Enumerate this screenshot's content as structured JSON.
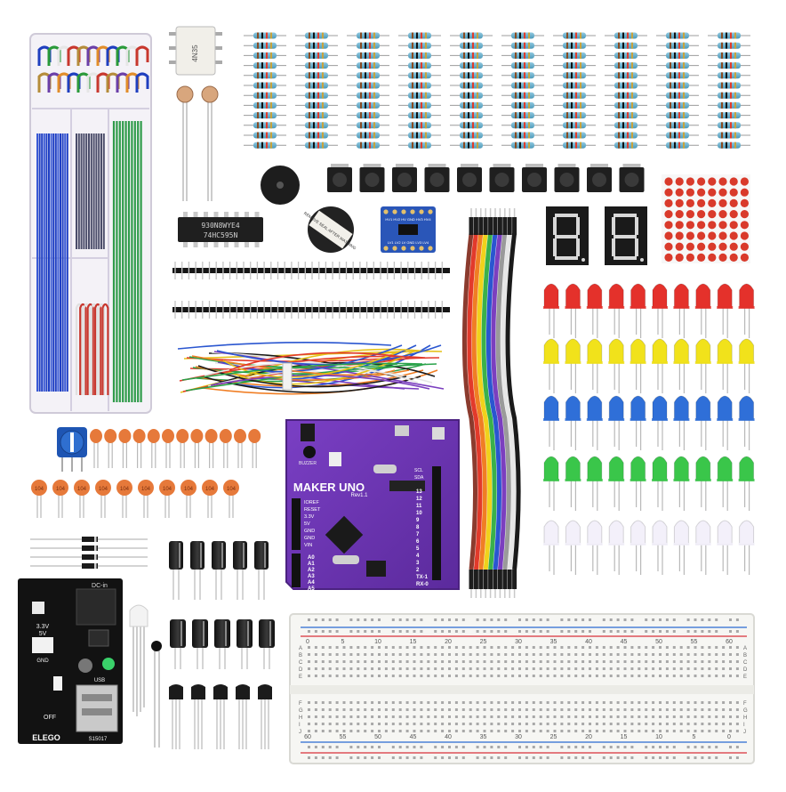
{
  "photo": {
    "components": {
      "resistors": {
        "columns": 10,
        "rows": 12
      },
      "buttons": {
        "count": 10
      },
      "led_matrix": {
        "grid": 8,
        "color": "#d93a2b"
      },
      "seven_segment": {
        "count": 2,
        "glyph": "8."
      },
      "leds": {
        "columns": 10,
        "colors": [
          "#e4312b",
          "#f1e21b",
          "#2f6fd8",
          "#3ac64a",
          "#f3f0fa"
        ]
      },
      "capacitors": {
        "top_row": 12,
        "bottom_row": 10,
        "label": "104"
      },
      "electrolytics": {
        "top_row": 5,
        "bottom_row": 5
      },
      "transistors": {
        "count": 5
      }
    },
    "texts": {
      "optocoupler_text": "4N35",
      "ic_text_1": "930N8WYE4",
      "ic_text_2": "74HC595N",
      "buzzer_text": "REMOVE SEAL AFTER WASHING",
      "level_shifter_top": "HV1 HV2 HV GND HV3 HV4",
      "level_shifter_bottom": "LV1 LV2 LV GND LV3 LV4",
      "board_title": "MAKER UNO",
      "board_rev": "Rev1.1",
      "board_buzzer": "BUZZER",
      "board_pins_left": [
        "IOREF",
        "RESET",
        "3.3V",
        "5V",
        "GND",
        "GND",
        "VIN"
      ],
      "board_analog": [
        "A0",
        "A1",
        "A2",
        "A3",
        "A4",
        "A5"
      ],
      "board_digital": [
        "13",
        "12",
        "11",
        "10",
        "9",
        "8",
        "7",
        "6",
        "5",
        "4",
        "3",
        "2",
        "TX-1",
        "RX-0"
      ],
      "board_scl_sda": [
        "SCL",
        "SDA"
      ],
      "power_module_brand": "ELEGO",
      "power_module_dc": "DC-in",
      "power_module_labels": [
        "3.3V",
        "5V",
        "OFF",
        "GND",
        "USB"
      ],
      "power_module_code": "S15017"
    },
    "breadboard": {
      "numbers_top": [
        "0",
        "5",
        "10",
        "15",
        "20",
        "25",
        "30",
        "35",
        "40",
        "45",
        "50",
        "55",
        "60"
      ],
      "numbers_bottom": [
        "60",
        "55",
        "50",
        "45",
        "40",
        "35",
        "30",
        "25",
        "20",
        "15",
        "10",
        "5",
        "0"
      ],
      "letters_top": [
        "A",
        "B",
        "C",
        "D",
        "E"
      ],
      "letters_bottom": [
        "F",
        "G",
        "H",
        "I",
        "J"
      ]
    }
  }
}
